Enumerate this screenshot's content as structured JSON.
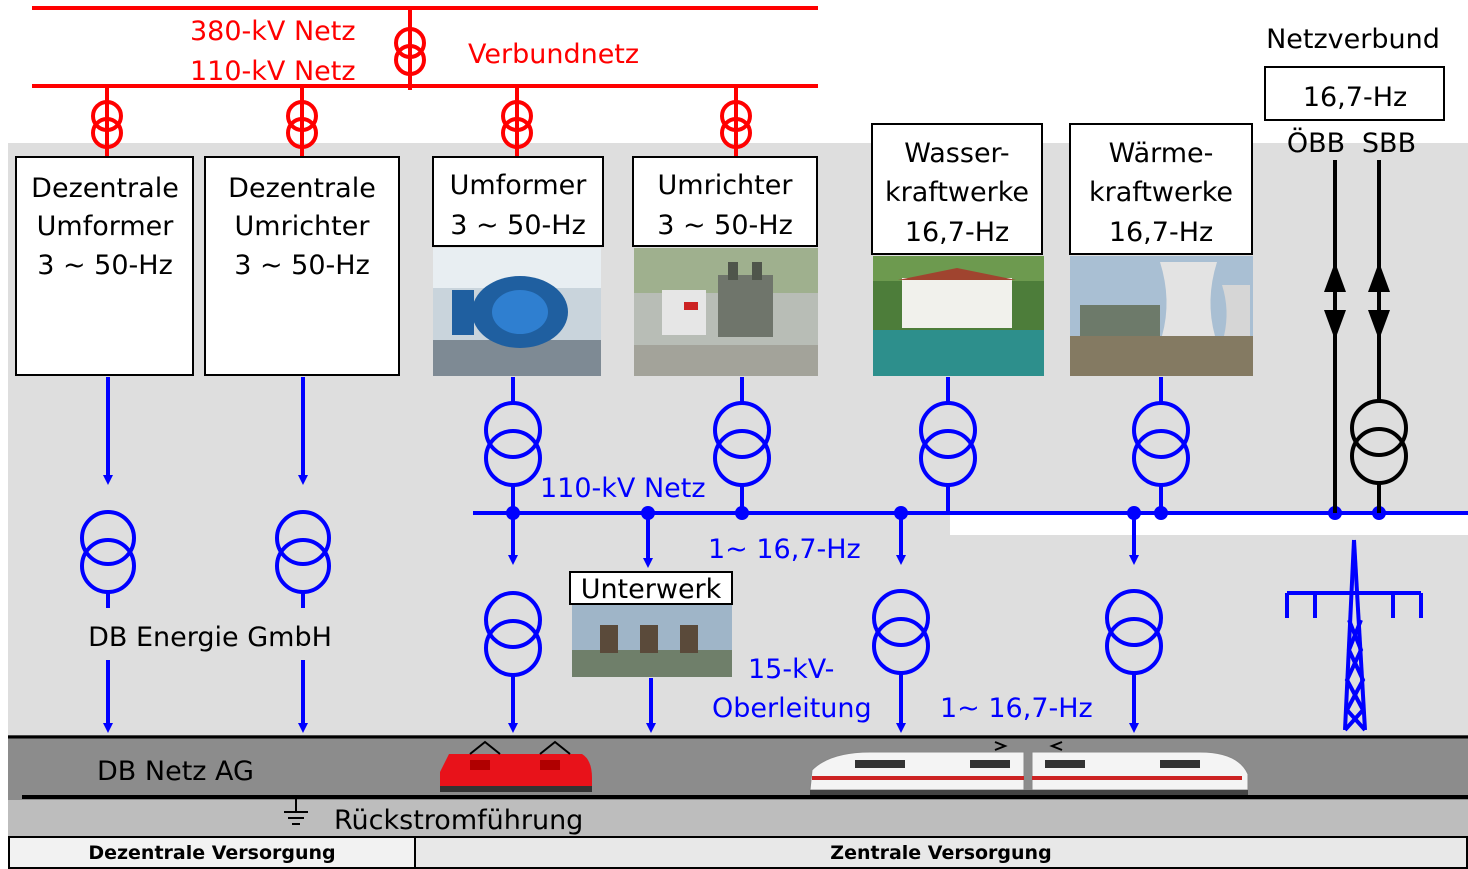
{
  "top_grid": {
    "label_380": "380-kV Netz",
    "label_110": "110-kV Netz",
    "label_verbund": "Verbundnetz"
  },
  "netzverbund": {
    "title": "Netzverbund",
    "box_label": "16,7-Hz",
    "label_oebb": "ÖBB",
    "label_sbb": "SBB"
  },
  "boxes": {
    "dez_umformer": [
      "Dezentrale",
      "Umformer",
      "3 ~ 50-Hz"
    ],
    "dez_umrichter": [
      "Dezentrale",
      "Umrichter",
      "3 ~ 50-Hz"
    ],
    "umformer": [
      "Umformer",
      "3 ~ 50-Hz"
    ],
    "umrichter": [
      "Umrichter",
      "3 ~ 50-Hz"
    ],
    "wasser": [
      "Wasser-",
      "kraftwerke",
      "16,7-Hz"
    ],
    "waerme": [
      "Wärme-",
      "kraftwerke",
      "16,7-Hz"
    ],
    "unterwerk": "Unterwerk"
  },
  "blue_labels": {
    "netz_110": "110-kV Netz",
    "freq_1": "1~ 16,7-Hz",
    "oberleitung_1": "15-kV-",
    "oberleitung_2": "Oberleitung",
    "freq_2": "1~ 16,7-Hz"
  },
  "labels": {
    "db_energie": "DB Energie GmbH",
    "db_netz": "DB Netz AG",
    "rueckstrom": "Rückstromführung"
  },
  "footer": {
    "left": "Dezentrale Versorgung",
    "right": "Zentrale Versorgung"
  },
  "colors": {
    "red": "#ff0000",
    "blue": "#0000ff",
    "background": "#dedede",
    "track": "#8c8c8c"
  }
}
